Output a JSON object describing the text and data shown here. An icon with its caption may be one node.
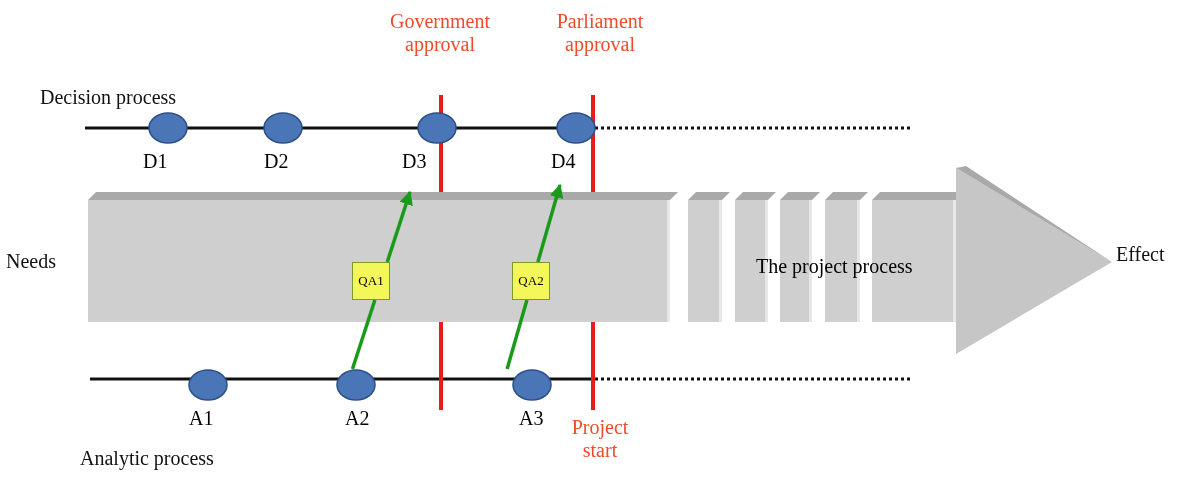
{
  "diagram": {
    "nodes": [
      {
        "text": [
          "D1"
        ]
      },
      {
        "text": [
          "D2"
        ]
      },
      {
        "text": [
          "D3"
        ]
      },
      {
        "text": [
          "D4"
        ]
      },
      {
        "text": [
          "The project process"
        ]
      },
      {
        "text": [
          "QA1"
        ],
        "in": 4
      },
      {
        "text": [
          "QA2"
        ],
        "in": 4
      },
      {
        "text": [
          "A1"
        ]
      },
      {
        "text": [
          "A2"
        ]
      },
      {
        "text": [
          "A3"
        ]
      }
    ],
    "edges": [
      {
        "from": 8,
        "to": 5,
        "arrow": "none",
        "color": "#1a9a1a"
      },
      {
        "from": 5,
        "to": 2,
        "arrow": "to",
        "color": "#1a9a1a"
      },
      {
        "from": 9,
        "to": 6,
        "arrow": "none",
        "color": "#1a9a1a"
      },
      {
        "from": 6,
        "to": 3,
        "arrow": "to",
        "color": "#1a9a1a"
      }
    ],
    "labels": [
      "Government approval",
      "Parliament approval",
      "Decision process",
      "Needs",
      "Effect",
      "Analytic process",
      "Project start"
    ]
  }
}
